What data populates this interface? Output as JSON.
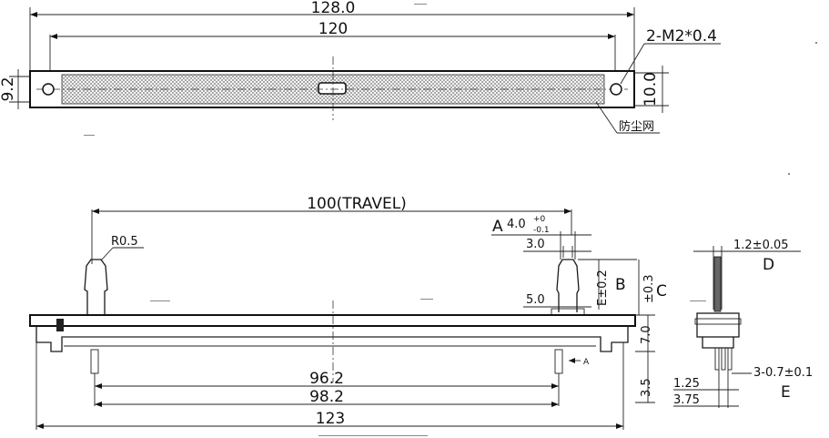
{
  "top_view": {
    "overall_length": "128.0",
    "hole_pitch": "120",
    "mount_holes": "2-M2*0.4",
    "left_height": "9.2",
    "right_height": "10.0",
    "dust_cover_label": "防尘网"
  },
  "front_view": {
    "travel": "100(TRAVEL)",
    "knob_radius": "R0.5",
    "ref_a": "A",
    "lever_width": "4.0",
    "lever_tol_upper": "+0",
    "lever_tol_lower": "-0.1",
    "dim_3_0": "3.0",
    "dim_5_0": "5.0",
    "dim_e_tol": "E±0.2",
    "ref_b": "B",
    "dim_c_tol": "±0.3",
    "ref_c": "C",
    "dim_7_0": "7.0",
    "dim_3_5": "3.5",
    "section_marker": "A",
    "dim_96_2": "96.2",
    "dim_98_2": "98.2",
    "dim_123": "123"
  },
  "side_view": {
    "dim_d": "1.2±0.05",
    "ref_d": "D",
    "dim_e": "3-0.7±0.1",
    "ref_e": "E",
    "dim_1_25": "1.25",
    "dim_3_75": "3.75"
  }
}
